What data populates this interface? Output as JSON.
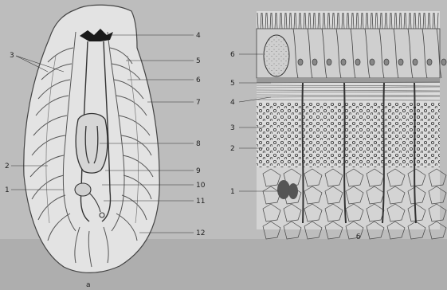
{
  "figure": {
    "panel_a": {
      "caption": "а",
      "labels": [
        "1",
        "2",
        "3",
        "4",
        "5",
        "6",
        "7",
        "8",
        "9",
        "10",
        "11",
        "12"
      ]
    },
    "panel_b": {
      "caption": "б",
      "labels": [
        "1",
        "2",
        "3",
        "4",
        "5",
        "6"
      ]
    }
  }
}
